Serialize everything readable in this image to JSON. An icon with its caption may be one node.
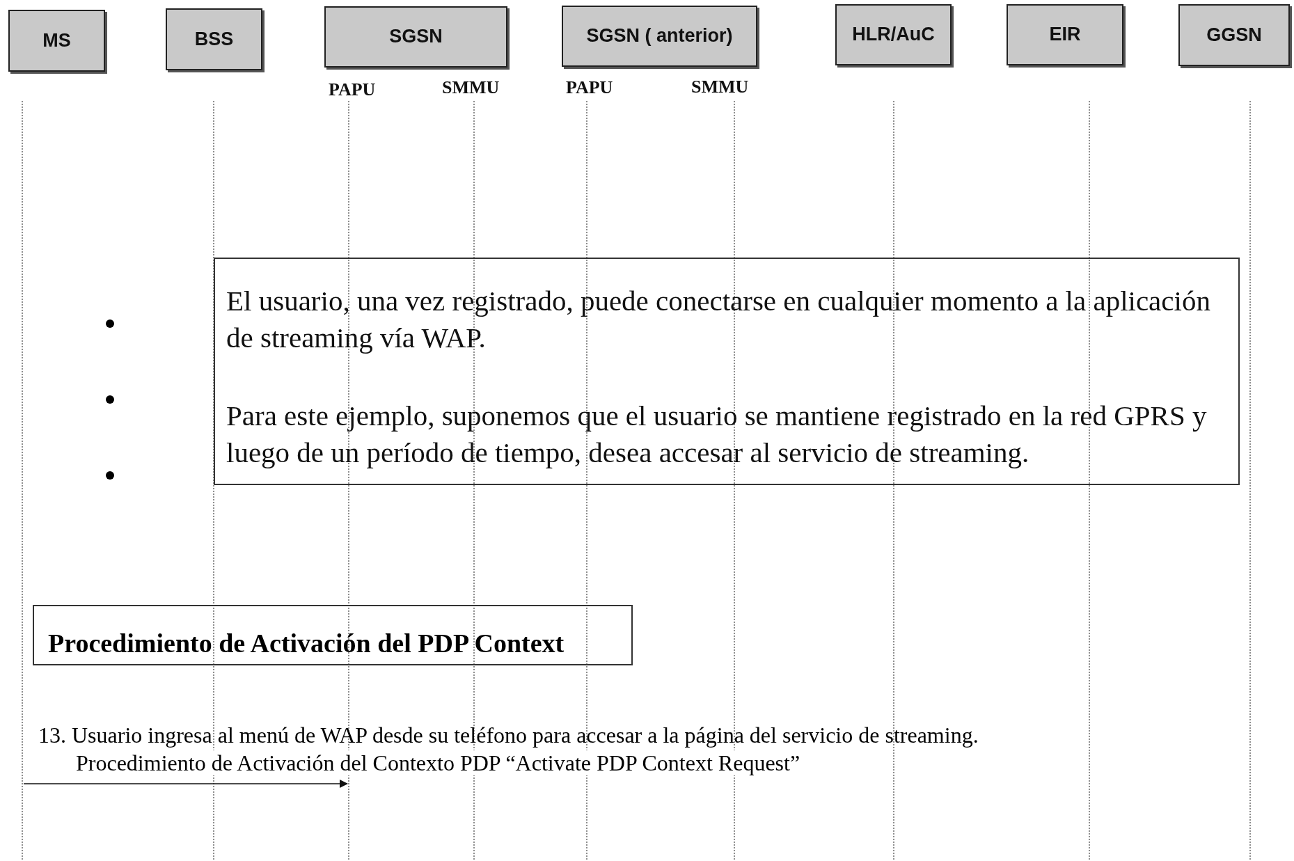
{
  "diagram": {
    "nodes": [
      {
        "text": [
          "MS"
        ]
      },
      {
        "text": [
          "BSS"
        ]
      },
      {
        "text": [
          "SGSN"
        ]
      },
      {
        "text": [
          "PAPU"
        ]
      },
      {
        "text": [
          "SMMU"
        ]
      },
      {
        "text": [
          "SGSN ( anterior)"
        ]
      },
      {
        "text": [
          "PAPU"
        ]
      },
      {
        "text": [
          "SMMU"
        ]
      },
      {
        "text": [
          "HLR/AuC"
        ]
      },
      {
        "text": [
          "EIR"
        ]
      },
      {
        "text": [
          "GGSN"
        ]
      },
      {
        "text": [],
        "shape": "line"
      },
      {
        "text": [],
        "shape": "line"
      },
      {
        "text": [],
        "shape": "line"
      },
      {
        "text": [],
        "shape": "line"
      },
      {
        "text": [],
        "shape": "line"
      },
      {
        "text": [],
        "shape": "line"
      },
      {
        "text": [],
        "shape": "line"
      },
      {
        "text": [],
        "shape": "line"
      },
      {
        "text": [],
        "shape": "line"
      },
      {
        "text": [
          "El usuario, una vez registrado, puede conectarse en cualquier momento a la aplicación de streaming vía WAP.",
          "Para este ejemplo, suponemos que el usuario se mantiene registrado en la red GPRS y luego de un período de tiempo, desea accesar al servicio de streaming."
        ]
      },
      {
        "text": [
          "Procedimiento de Activación del PDP Context"
        ]
      }
    ],
    "edges": [
      {
        "from": 11,
        "to": 13,
        "arrow": "to",
        "label": "Procedimiento de Activación del Contexto PDP “Activate PDP Context Request”"
      }
    ],
    "labels": [
      "13. Usuario ingresa al menú de WAP desde su teléfono para accesar a la página del servicio de streaming."
    ]
  }
}
